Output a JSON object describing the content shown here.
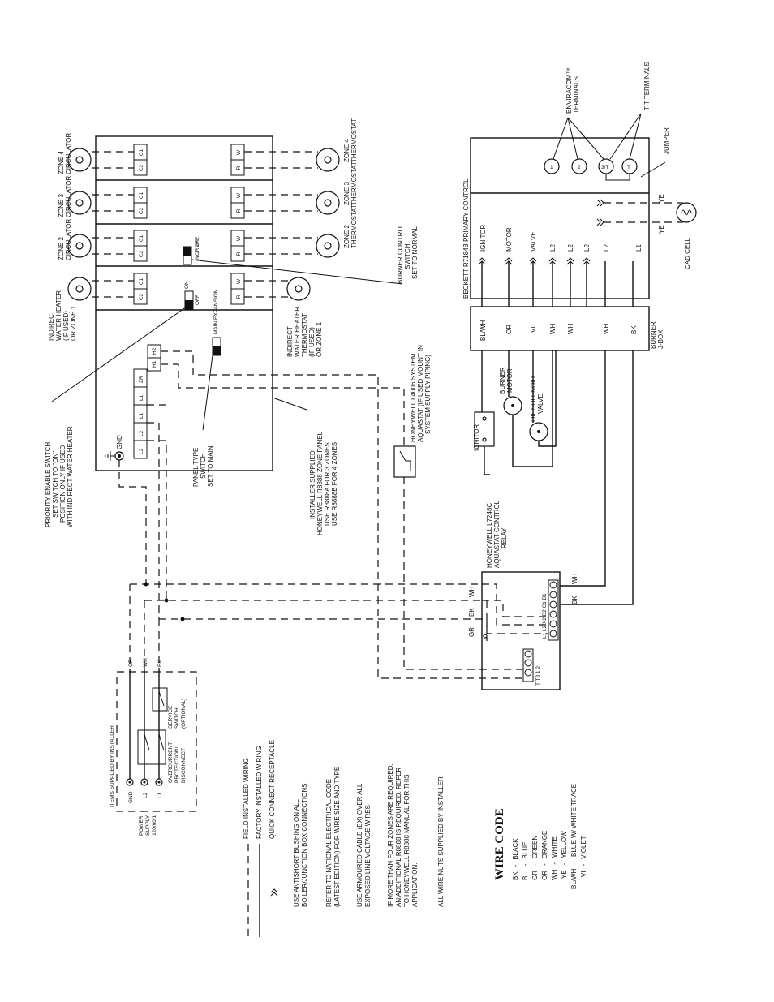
{
  "zone_panel": {
    "zone4_circulator": "ZONE 4\nCIRCULATOR",
    "zone3_circulator": "ZONE 3\nCIRCULATOR",
    "zone2_circulator": "ZONE 2\nCIRCULATOR",
    "zone1_heater": "INDIRECT\nWATER HEATER\n(IF USED)\nOR ZONE 1",
    "zone4_thermostat": "ZONE 4\nTHERMOSTAT",
    "zone3_thermostat": "ZONE 3\nTHERMOSTAT",
    "zone2_thermostat": "ZONE 2\nTHERMOSTAT",
    "zone1_thermostat": "INDIRECT\nWATER HEATER\nTHERMOSTAT\n(IF USED)\nOR ZONE 1",
    "terminal_c1": "C1",
    "terminal_c2": "C2",
    "terminal_r": "R",
    "terminal_w": "W",
    "switch_normal": "NORMAL",
    "switch_off": "OFF",
    "switch_on": "ON",
    "main_expansion": "MAIN\nEXPANSION",
    "h1": "H1",
    "h2": "H2",
    "terminals_lower": [
      "L2",
      "L2",
      "L1",
      "L1",
      "ZR"
    ],
    "gnd": "GND",
    "installer_note": "INSTALLER SUPPLIED\nHONEYWELL R8888 ZONE PANEL\nUSE R8888A FOR 3 ZONES\nUSE R8888B FOR 4 ZONES",
    "panel_type_switch": "PANEL TYPE\nSWITCH\nSET TO MAIN",
    "priority_switch": "PRIORITY ENABLE SWITCH\nSET SWITCH TO \"ON\"\nPOSITION ONLY IF USED\nWITH INDIRECT WATER HEATER",
    "burner_control_switch": "BURNER CONTROL\nSWITCH\nSET TO NORMAL"
  },
  "beckett": {
    "title": "BECKETT R7184B PRIMARY CONTROL",
    "terminals": [
      "IGNITOR",
      "MOTOR",
      "VALVE",
      "L2",
      "L2",
      "L2",
      "L2",
      "L1"
    ],
    "enviracom": "ENVIRACOM™\nTERMINALS",
    "tt_terminals": "T-T TERMINALS",
    "jumper": "JUMPER",
    "circle_1": "1",
    "circle_2": "2",
    "circle_3t": "3/T",
    "circle_t": "T",
    "ye": "YE",
    "cad_cell": "CAD CELL"
  },
  "jbox": {
    "title": "BURNER\nJ-BOX",
    "wires": [
      "BL/WH",
      "OR",
      "VI",
      "WH",
      "WH",
      "WH",
      "BK"
    ]
  },
  "burner": {
    "ignitor": "IGNITOR",
    "motor": "BURNER\nMOTOR",
    "solenoid": "OIL SOLENOID\nVALVE"
  },
  "aquastat": {
    "l4006": "HONEYWELL L4006 SYSTEM\nAQUASTAT (IF USED MOUNT IN\nSYSTEM SUPPLY PIPING)",
    "l7248c": "HONEYWELL L7248C\nAQUASTAT CONTROL\nRELAY",
    "top_terminals": "L1 L2 X2 B2 C1 B1",
    "bottom_terminals": "T  T3  1  2",
    "wh": "WH",
    "bk": "BK",
    "gr": "GR"
  },
  "supply": {
    "items_title": "ITEMS SUPPLIED BY INSTALLER",
    "power": "POWER\nSUPPLY\n120/60/1",
    "overcurrent": "OVERCURRENT\nPROTECTION/\nDISCONNECT",
    "service": "SERVICE\nSWITCH\n(OPTIONAL)",
    "gnd": "GND",
    "l2": "L2",
    "l1": "L1",
    "gr": "GR",
    "wh": "WH",
    "bk": "BK"
  },
  "legend": {
    "field": "FIELD INSTALLED WIRING",
    "factory": "FACTORY INSTALLED WIRING",
    "quick": "QUICK CONNECT RECEPTACLE"
  },
  "notes": [
    "USE ANTISHORT BUSHING ON ALL\nBOILER/JUNCTION BOX CONNECTIONS",
    "REFER TO NATIONAL ELECTRICAL CODE\n(LATEST EDITION) FOR WIRE SIZE AND TYPE",
    "USE ARMOURED CABLE (BX) OVER ALL\nEXPOSED LINE VOLTAGE WIRES",
    "IF MORE THAN FOUR ZONES ARE REQUIRED,\nAN ADDITIONAL R8888 IS REQUIRED. REFER\nTO HONEYWELL R8888 MANUAL FOR THIS\nAPPLICATION.",
    "ALL WIRE NUTS SUPPLIED BY INSTALLER"
  ],
  "wire_code": {
    "title": "WIRE  CODE",
    "entries": [
      {
        "code": "BK",
        "name": "BLACK"
      },
      {
        "code": "BL",
        "name": "BLUE"
      },
      {
        "code": "GR",
        "name": "GREEN"
      },
      {
        "code": "OR",
        "name": "ORANGE"
      },
      {
        "code": "WH",
        "name": "WHITE"
      },
      {
        "code": "YE",
        "name": "YELLOW"
      },
      {
        "code": "BL/WH",
        "name": "BLUE W/ WHITE TRACE"
      },
      {
        "code": "VI",
        "name": "VIOLET"
      }
    ]
  }
}
